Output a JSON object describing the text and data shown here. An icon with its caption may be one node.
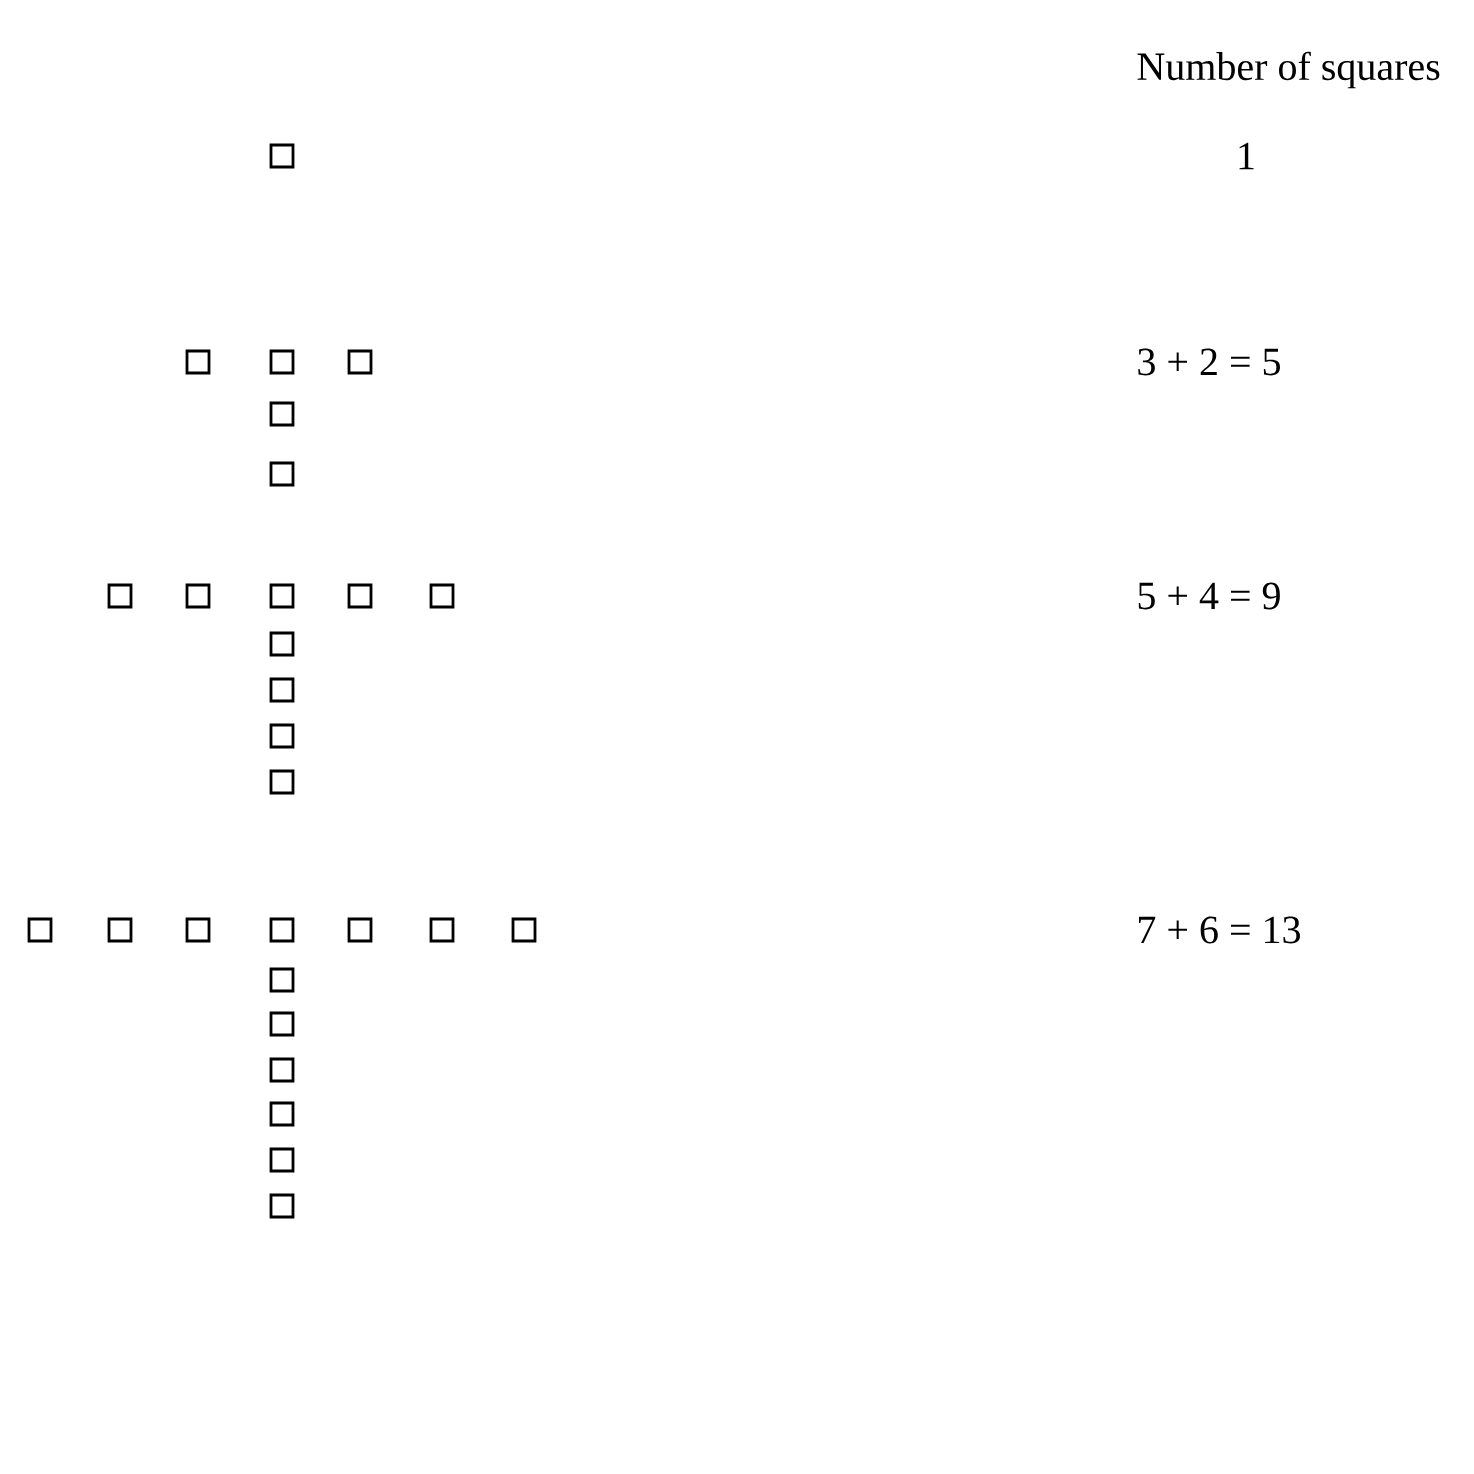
{
  "diagram": {
    "labels": [
      "Number of squares",
      "1",
      "3 + 2 = 5",
      "5 + 4 = 9",
      "7 + 6 = 13"
    ]
  }
}
